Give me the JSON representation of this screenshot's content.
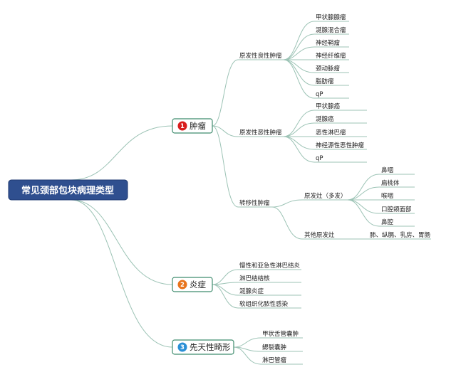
{
  "diagram": {
    "root": {
      "label": "常见颈部包块病理类型"
    },
    "branches": [
      {
        "number": "1",
        "label": "肿瘤",
        "badge_color": "#d81e1e",
        "children": [
          {
            "label": "原发性良性肿瘤",
            "children": [
              {
                "label": "甲状腺腺瘤"
              },
              {
                "label": "涎腺混合瘤"
              },
              {
                "label": "神经鞘瘤"
              },
              {
                "label": "神经纤维瘤"
              },
              {
                "label": "颈动脉瘤"
              },
              {
                "label": "脂肪瘤"
              },
              {
                "label": "qP"
              }
            ]
          },
          {
            "label": "原发性恶性肿瘤",
            "children": [
              {
                "label": "甲状腺癌"
              },
              {
                "label": "涎腺癌"
              },
              {
                "label": "恶性淋巴瘤"
              },
              {
                "label": "神经源性恶性肿瘤"
              },
              {
                "label": "qP"
              }
            ]
          },
          {
            "label": "转移性肿瘤",
            "children": [
              {
                "label": "原发灶（多发）",
                "children": [
                  {
                    "label": "鼻咽"
                  },
                  {
                    "label": "扁桃体"
                  },
                  {
                    "label": "喉咽"
                  },
                  {
                    "label": "口腔颌面部"
                  },
                  {
                    "label": "鼻腔"
                  }
                ]
              },
              {
                "label": "其他原发灶",
                "children": [
                  {
                    "label": "肺、纵膈、乳房、胃肠"
                  }
                ]
              }
            ]
          }
        ]
      },
      {
        "number": "2",
        "label": "炎症",
        "badge_color": "#e8741c",
        "children": [
          {
            "label": "慢性和亚急性淋巴结炎"
          },
          {
            "label": "淋巴结结核"
          },
          {
            "label": "涎腺炎症"
          },
          {
            "label": "软组织化脓性感染"
          }
        ]
      },
      {
        "number": "3",
        "label": "先天性畸形",
        "badge_color": "#2a8fd6",
        "children": [
          {
            "label": "甲状舌管囊肿"
          },
          {
            "label": "鳃裂囊肿"
          },
          {
            "label": "淋巴管瘤"
          }
        ]
      }
    ]
  },
  "colors": {
    "root_fill": "#2f4f8f",
    "edge": "#9cc3b5",
    "main_border": "#3f8c6e"
  }
}
